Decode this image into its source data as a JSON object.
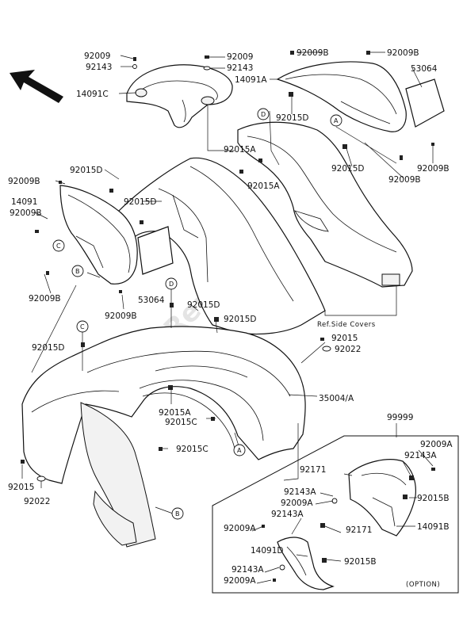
{
  "watermark": "PartsRepublik",
  "labels": {
    "l_92009_tl": "92009",
    "l_92143_tl": "92143",
    "l_14091C": "14091C",
    "l_92009_tm": "92009",
    "l_92143_tm": "92143",
    "l_92009B_top": "92009B",
    "l_92009B_top2": "92009B",
    "l_14091A": "14091A",
    "l_53064_top": "53064",
    "l_92015D_a": "92015D",
    "l_92015D_b": "92015D",
    "l_92009B_r1": "92009B",
    "l_92009B_r2": "92009B",
    "l_92015A_a": "92015A",
    "l_92015A_b": "92015A",
    "l_92009B_l1": "92009B",
    "l_92015D_l": "92015D",
    "l_14091": "14091",
    "l_92009B_l2": "92009B",
    "l_92015D_m": "92015D",
    "l_92009B_l3": "92009B",
    "l_53064_mid": "53064",
    "l_92009B_l4": "92009B",
    "l_92015D_c1": "92015D",
    "l_92015D_c2": "92015D",
    "l_ref": "Ref.Side Covers",
    "l_92015_r": "92015",
    "l_92022_r": "92022",
    "l_92015D_left": "92015D",
    "l_35004A": "35004/A",
    "l_92015A_c": "92015A",
    "l_92015C_a": "92015C",
    "l_92015C_b": "92015C",
    "l_99999": "99999",
    "l_92015_bl": "92015",
    "l_92022_bl": "92022",
    "l_92171_a": "92171",
    "l_92143A_a": "92143A",
    "l_92009A_a": "92009A",
    "l_92143A_b": "92143A",
    "l_92015B_a": "92015B",
    "l_92009A_b": "92009A",
    "l_92143A_c": "92143A",
    "l_92009A_c": "92009A",
    "l_92171_b": "92171",
    "l_14091B": "14091B",
    "l_14091D": "14091D",
    "l_92015B_b": "92015B",
    "l_92143A_d": "92143A",
    "l_92009A_d": "92009A",
    "l_option": "(OPTION)"
  },
  "refs": {
    "A": "A",
    "B": "B",
    "C": "C",
    "D": "D"
  }
}
